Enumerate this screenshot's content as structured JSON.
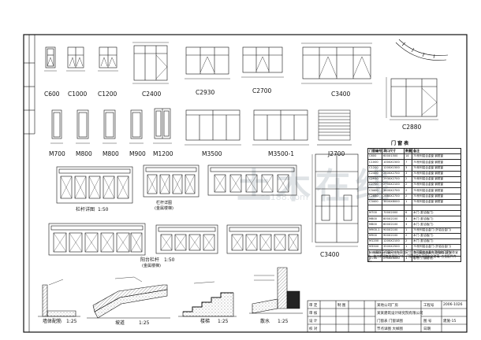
{
  "window_labels": {
    "c600": "C600",
    "c1000": "C1000",
    "c1200": "C1200",
    "c2400": "C2400",
    "c2930": "C2930",
    "c2700": "C2700",
    "c3400": "C3400",
    "c2880": "C2880",
    "c3400_b": "C3400"
  },
  "door_labels": {
    "m700": "M700",
    "m800": "M800",
    "m800b": "M800",
    "m900": "M900",
    "m1200": "M1200",
    "m3500": "M3500",
    "m3500_1": "M3500-1",
    "j2700": "J2700"
  },
  "railing": {
    "title_1": "栏杆详图",
    "scale_1": "1:50",
    "sub_1": "栏杆详图",
    "sub_1b": "(金属楼梯)",
    "title_2": "阳台栏杆",
    "scale_2": "1:50",
    "sub_2": "(金属楼梯)"
  },
  "sections": {
    "s1": "墙体配筋",
    "s1_scale": "1:25",
    "s2": "坡道",
    "s2_scale": "1:25",
    "s3": "楼梯",
    "s3_scale": "1:25",
    "s4": "散水",
    "s4_scale": "1:25"
  },
  "schedule": {
    "title": "门 窗 表",
    "headers": [
      "门窗编号",
      "洞口尺寸",
      "数量",
      "备注"
    ],
    "rows": [
      [
        "C600",
        "600X1500",
        "14",
        "75系列铝合金窗  钢框窗"
      ],
      [
        "C1000",
        "1000X1500",
        "7",
        "75系列铝合金窗  钢框窗"
      ],
      [
        "C1200",
        "1200X1500",
        "3",
        "75系列铝合金窗  钢框窗"
      ],
      [
        "C2400",
        "2400X2700",
        "3",
        "75系列铝合金窗  钢框窗"
      ],
      [
        "C2930",
        "2930X2700",
        "2",
        "75系列铝合金窗  钢框窗"
      ],
      [
        "C2700",
        "2700X2100",
        "2",
        "75系列铝合金窗  钢框窗"
      ],
      [
        "C3400",
        "3400X2700",
        "2",
        "75系列铝合金窗  钢框窗"
      ],
      [
        "C2880",
        "2880X2700",
        "2",
        "75系列铝合金窗  钢框窗"
      ],
      [
        "C3400",
        "3400X8000",
        "1",
        "75系列铝合金窗  钢框窗"
      ],
      [
        "",
        "",
        "",
        ""
      ],
      [
        "M700",
        "700X2000",
        "6",
        "木门 (胶合板门)"
      ],
      [
        "M800",
        "800X2100",
        "3",
        "木门 (胶合板门)"
      ],
      [
        "M800",
        "800X2100",
        "3",
        "木门 (胶合板门)"
      ],
      [
        "M900-1",
        "900X2100",
        "1",
        "75系列铝合金门 (外铝合金门)"
      ],
      [
        "M900",
        "900X2100",
        "2",
        "木门 (胶合板门)"
      ],
      [
        "M1200",
        "1200X2100",
        "2",
        "木门 (胶合板门)"
      ],
      [
        "M3500",
        "3500X2500",
        "1",
        "75系列铝合金门 (外铝合金门)"
      ],
      [
        "M3500-1",
        "3500X2500",
        "1",
        "75系列铝合金门 (外铝合金门)"
      ],
      [
        "J2700",
        "2700X3000",
        "1",
        "卷帘门 (钢卷帘)"
      ]
    ],
    "notes": "注: 本图所示门窗尺寸为洞口尺寸, 各门窗应由具有资质的厂家制作安装。施工前须复核现场尺寸。门窗玻璃应采用安全玻璃, 五金配件齐全。"
  },
  "title_block": {
    "project": "某地公司厂房",
    "designer_unit": "某某建筑设计研究院有限公司",
    "drawing_name": "门窗表 门窗详图",
    "drawing_name_2": "节点详图 大样图",
    "label_1": "审 定",
    "label_2": "审 核",
    "label_3": "设 计",
    "label_4": "校 对",
    "label_5": "制 图",
    "label_6": "工程号",
    "label_7": "图 号",
    "drawing_no": "建施-15",
    "date": "日期",
    "code": "2006-1026"
  },
  "watermark": {
    "text": "土木在线",
    "url": "co188.com"
  }
}
